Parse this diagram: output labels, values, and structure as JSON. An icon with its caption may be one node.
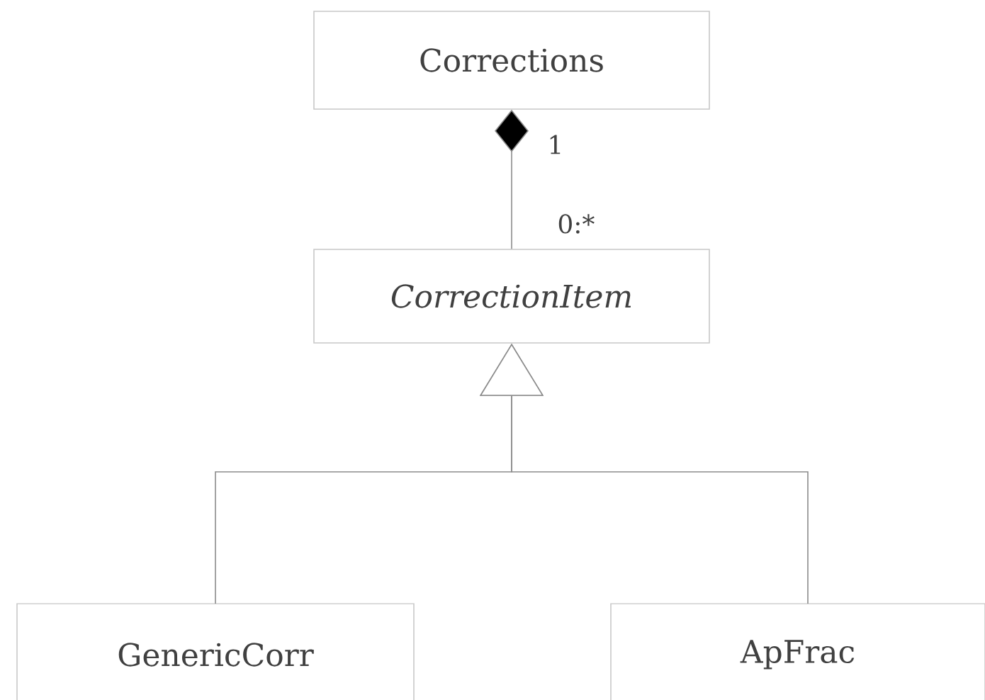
{
  "diagram": {
    "nodes": [
      {
        "text": [
          "Corrections"
        ]
      },
      {
        "text": [
          "CorrectionItem"
        ]
      },
      {
        "text": [
          "GenericCorr"
        ]
      },
      {
        "text": [
          "ApFrac"
        ]
      }
    ],
    "edges": [
      {
        "from": 1,
        "to": 0,
        "arrow": "other"
      },
      {
        "from": 2,
        "to": 1,
        "arrow": "to"
      },
      {
        "from": 3,
        "to": 1,
        "arrow": "to"
      }
    ],
    "labels": [
      "1",
      "0:*"
    ]
  }
}
